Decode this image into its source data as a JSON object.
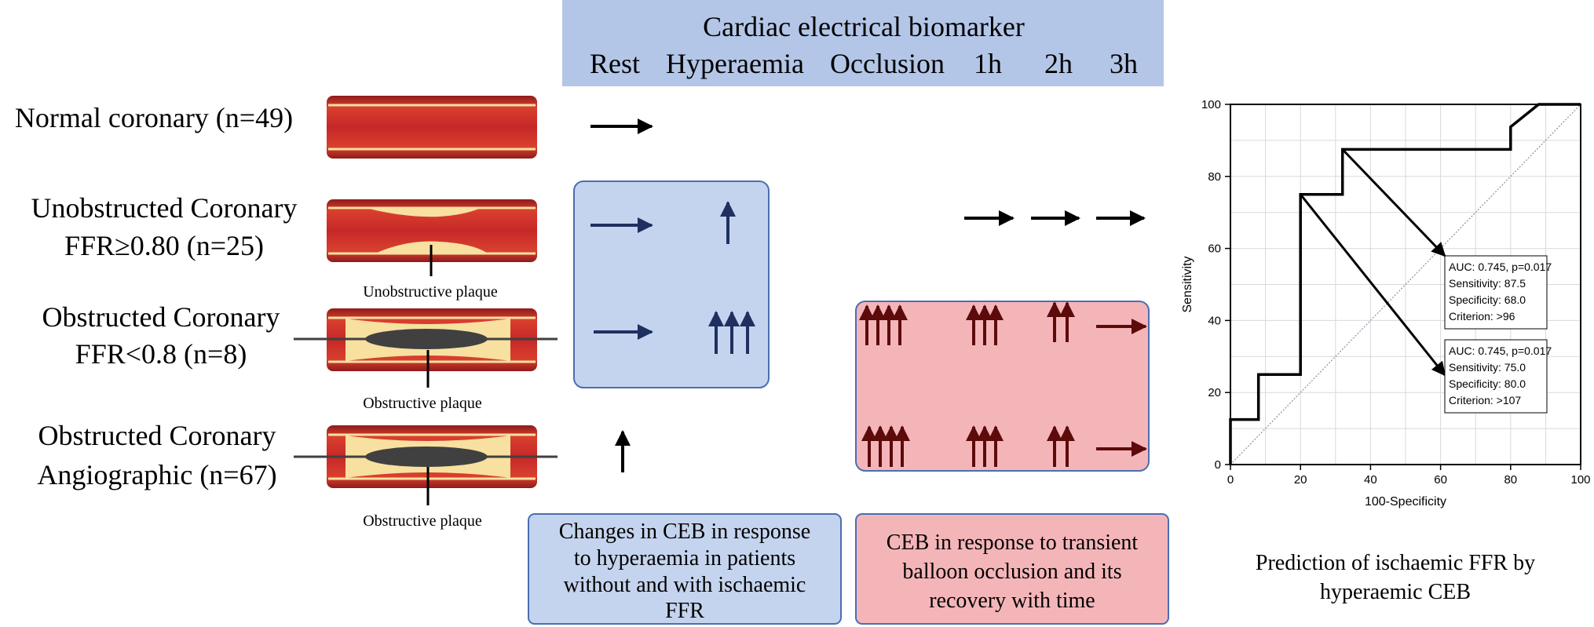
{
  "header": {
    "title": "Cardiac electrical biomarker",
    "columns": [
      "Rest",
      "Hyperaemia",
      "Occlusion",
      "1h",
      "2h",
      "3h"
    ]
  },
  "groups": [
    {
      "line1": "Normal coronary (n=49)",
      "line2": ""
    },
    {
      "line1": "Unobstructed Coronary",
      "line2": "FFR≥0.80 (n=25)"
    },
    {
      "line1": "Obstructed Coronary",
      "line2": "FFR<0.8 (n=8)"
    },
    {
      "line1": "Obstructed Coronary",
      "line2": "Angiographic (n=67)"
    }
  ],
  "plaque_labels": {
    "unobstructive": "Unobstructive plaque",
    "obstructive_1": "Obstructive plaque",
    "obstructive_2": "Obstructive plaque"
  },
  "captions": {
    "hyperaemia": [
      "Changes in CEB in response",
      "to hyperaemia in patients",
      "without and with ischaemic",
      "FFR"
    ],
    "occlusion": [
      "CEB in response to transient",
      "balloon occlusion and its",
      "recovery with time"
    ],
    "roc": [
      "Prediction of ischaemic FFR by",
      "hyperaemic CEB"
    ]
  },
  "colors": {
    "header_fill": "#b4c6e7",
    "blue_box_fill": "#c5d4ee",
    "blue_box_stroke": "#4a6fb0",
    "pink_box_fill": "#f4b5b9",
    "pink_box_stroke": "#4a6fb0",
    "navy_arrow": "#1f3060",
    "maroon_arrow": "#5c0a0a",
    "vessel_red": "#c62828",
    "plaque_yellow": "#f7e0a0",
    "plaque_dark": "#404040"
  },
  "chart_data": {
    "type": "line",
    "xlabel": "100-Specificity",
    "ylabel": "Sensitivity",
    "xlim": [
      0,
      100
    ],
    "ylim": [
      0,
      100
    ],
    "xticks": [
      0,
      20,
      40,
      60,
      80,
      100
    ],
    "yticks": [
      0,
      20,
      40,
      60,
      80,
      100
    ],
    "grid": true,
    "series": [
      {
        "x": [
          0,
          0,
          8,
          8,
          20,
          20,
          32,
          32,
          80,
          80,
          88,
          88,
          100
        ],
        "y": [
          0,
          12.5,
          12.5,
          25,
          25,
          75,
          75,
          87.5,
          87.5,
          93.75,
          100,
          100,
          100
        ]
      }
    ],
    "reference_line": {
      "x": [
        0,
        100
      ],
      "y": [
        0,
        100
      ]
    },
    "annotations": [
      {
        "point": [
          32,
          87.5
        ],
        "lines": [
          "AUC: 0.745, p=0.017",
          "Sensitivity: 87.5",
          "Specificity: 68.0",
          "Criterion: >96"
        ]
      },
      {
        "point": [
          20,
          75
        ],
        "lines": [
          "AUC: 0.745, p=0.017",
          "Sensitivity: 75.0",
          "Specificity: 80.0",
          "Criterion: >107"
        ]
      }
    ]
  }
}
